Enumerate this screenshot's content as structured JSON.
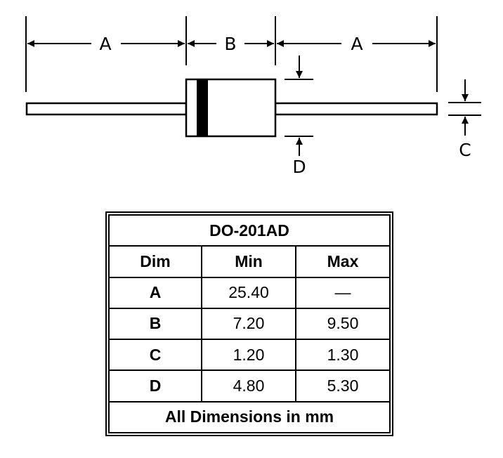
{
  "diagram": {
    "title": "DO-201AD package outline",
    "labels": {
      "lead_length_left": "A",
      "body_length": "B",
      "lead_length_right": "A",
      "lead_diameter": "C",
      "body_diameter": "D"
    }
  },
  "table": {
    "package": "DO-201AD",
    "headers": [
      "Dim",
      "Min",
      "Max"
    ],
    "rows": [
      {
        "dim": "A",
        "min": "25.40",
        "max": "—"
      },
      {
        "dim": "B",
        "min": "7.20",
        "max": "9.50"
      },
      {
        "dim": "C",
        "min": "1.20",
        "max": "1.30"
      },
      {
        "dim": "D",
        "min": "4.80",
        "max": "5.30"
      }
    ],
    "footer": "All Dimensions in mm"
  }
}
